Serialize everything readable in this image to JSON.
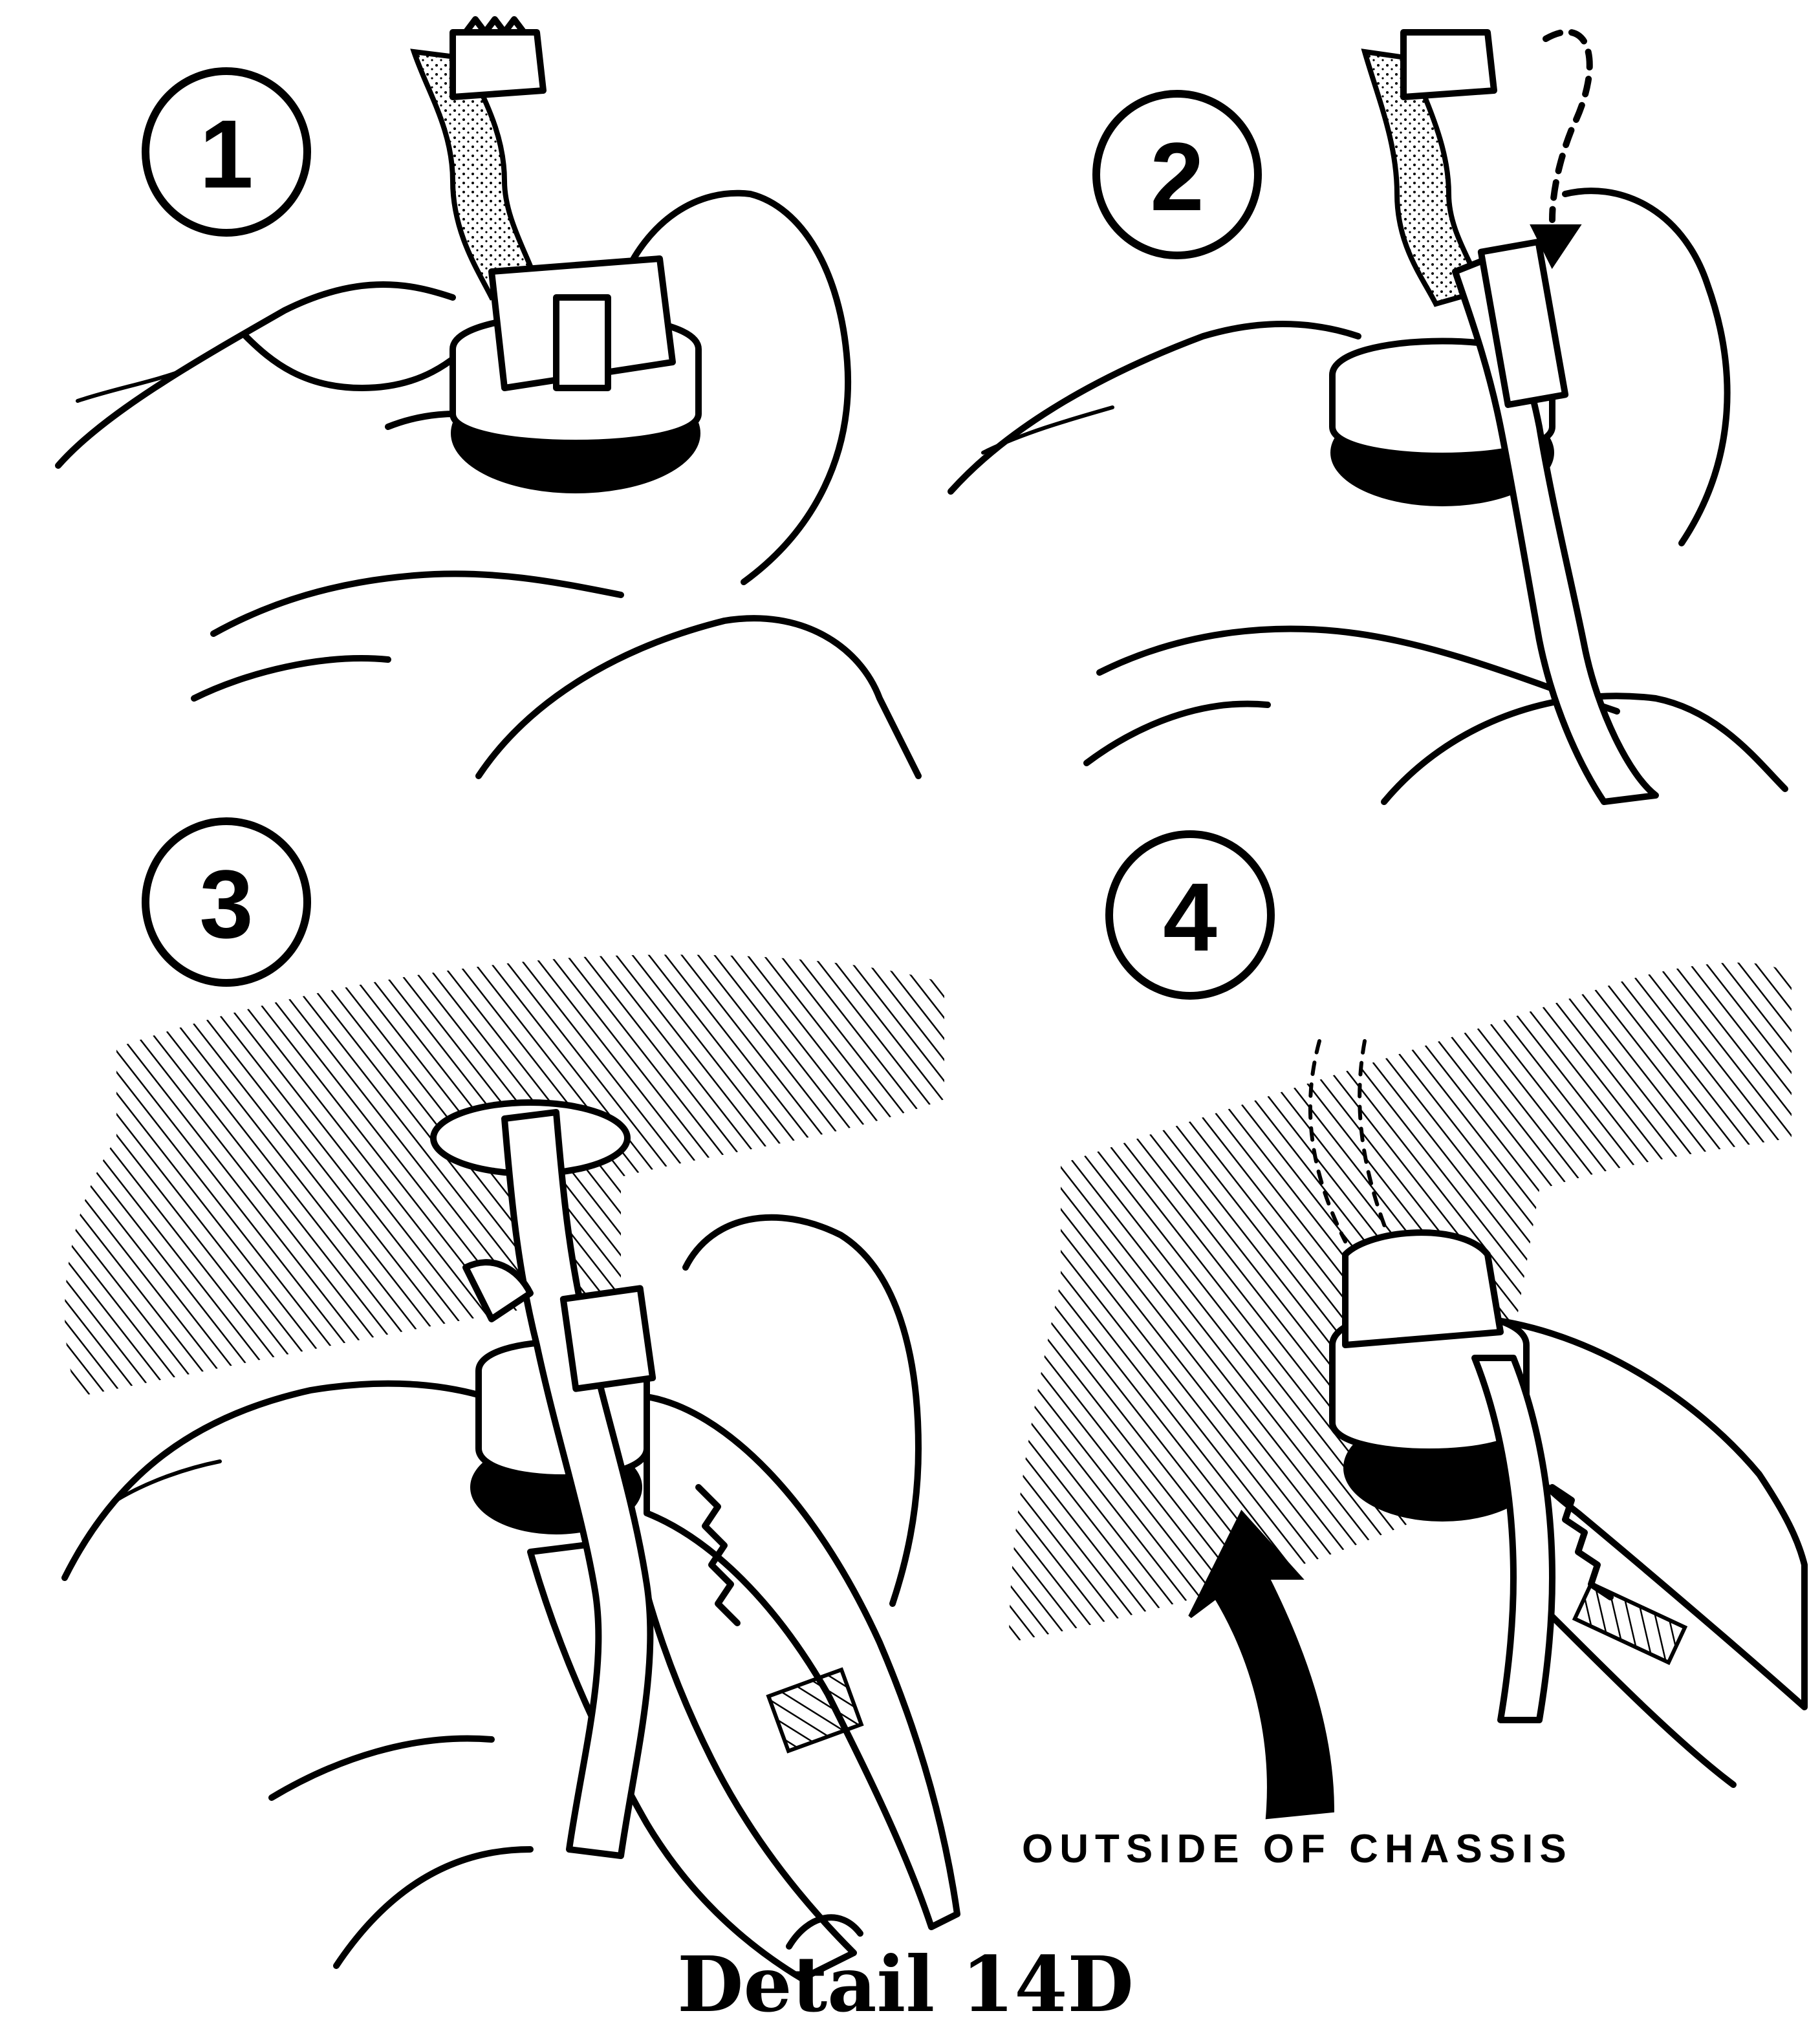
{
  "steps": [
    {
      "number": "1"
    },
    {
      "number": "2"
    },
    {
      "number": "3"
    },
    {
      "number": "4"
    }
  ],
  "labels": {
    "outside_caption": "OUTSIDE OF CHASSIS"
  },
  "figure": {
    "title": "Detail 14D"
  }
}
